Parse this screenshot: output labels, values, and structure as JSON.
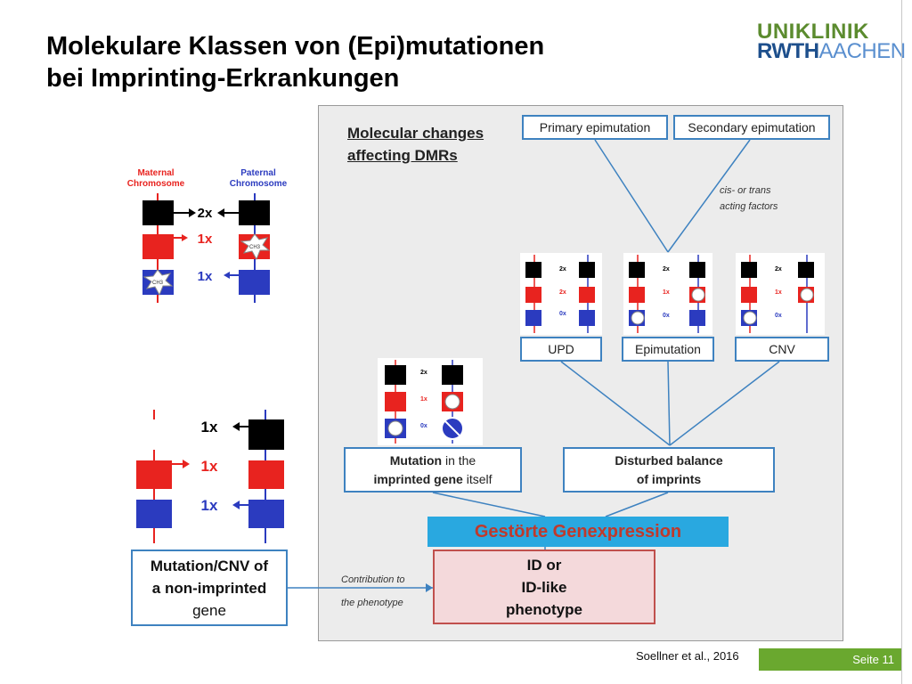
{
  "title": {
    "line1": "Molekulare Klassen von (Epi)mutationen",
    "line2": "bei Imprinting-Erkrankungen"
  },
  "logo": {
    "line1": "UNIKLINIK",
    "line2a": "RWTH",
    "line2b": "AACHEN"
  },
  "chromosomes_top": {
    "maternal": "Maternal\nChromosome",
    "paternal": "Paternal\nChromosome",
    "counts": [
      "2x",
      "1x",
      "1x"
    ],
    "methyl": "CH3"
  },
  "chromosomes_bottom": {
    "counts": [
      "1x",
      "1x",
      "1x"
    ]
  },
  "panel": {
    "header_line1": "Molecular changes",
    "header_line2": "affecting DMRs",
    "primary": "Primary epimutation",
    "secondary": "Secondary epimutation",
    "cis_line1": "cis- or trans",
    "cis_line2": "acting factors",
    "upd": "UPD",
    "epimutation": "Epimutation",
    "cnv": "CNV",
    "mutation_bold1": "Mutation",
    "mutation_rest1": " in the",
    "mutation_bold2": "imprinted gene",
    "mutation_rest2": " itself",
    "disturbed_line1": "Disturbed balance",
    "disturbed_line2": "of imprints",
    "thumb_counts_upd": [
      "2x",
      "2x",
      "0x"
    ],
    "thumb_counts_epi": [
      "2x",
      "1x",
      "0x"
    ],
    "thumb_counts_cnv": [
      "2x",
      "1x",
      "0x"
    ],
    "thumb_counts_mut": [
      "2x",
      "1x",
      "0x"
    ]
  },
  "gestoerte": "Gestörte Genexpression",
  "id_box": {
    "line1": "ID or",
    "line2": "ID-like",
    "line3": "phenotype"
  },
  "mutcnv": {
    "line1": "Mutation/CNV of",
    "line2": "a non-imprinted",
    "line3": "gene"
  },
  "contribution": {
    "line1": "Contribution to",
    "line2": "the phenotype"
  },
  "citation": "Soellner et al., 2016",
  "page": "Seite 11",
  "colors": {
    "red": "#e8231f",
    "blue": "#2b3bbf",
    "black": "#000000",
    "frame": "#3e82c0",
    "green": "#6aa82f"
  }
}
